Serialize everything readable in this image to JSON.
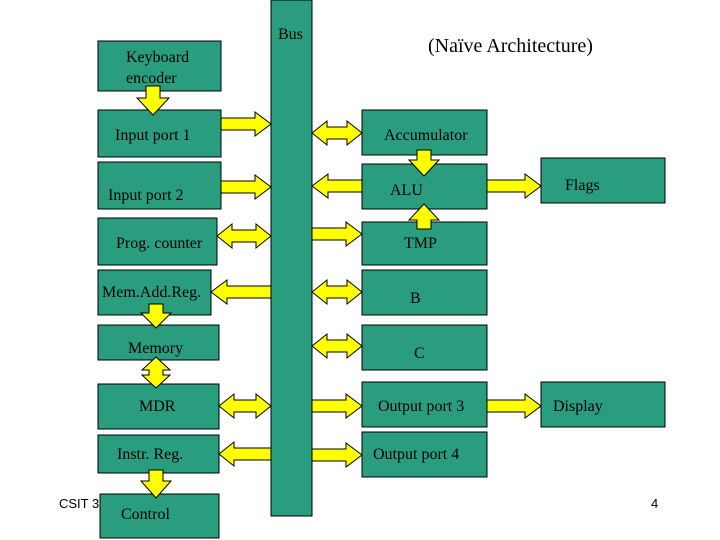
{
  "diagram": {
    "title": "(Naïve Architecture)",
    "bus_label": "Bus",
    "blocks": {
      "keyboard_encoder": "Keyboard\nencoder",
      "input_port_1": "Input port 1",
      "input_port_2": "Input port 2",
      "prog_counter": "Prog. counter",
      "mem_add_reg": "Mem.Add.Reg.",
      "memory": "Memory",
      "mdr": "MDR",
      "instr_reg": "Instr. Reg.",
      "control": "Control",
      "accumulator": "Accumulator",
      "alu": "ALU",
      "flags": "Flags",
      "tmp": "TMP",
      "b": "B",
      "c": "C",
      "output_port_3": "Output port 3",
      "output_port_4": "Output port 4",
      "display": "Display"
    },
    "colors": {
      "block": "#2a9d7f",
      "arrow": "#ffff00"
    }
  },
  "footer": {
    "course": "CSIT 3",
    "page_number": "4"
  }
}
